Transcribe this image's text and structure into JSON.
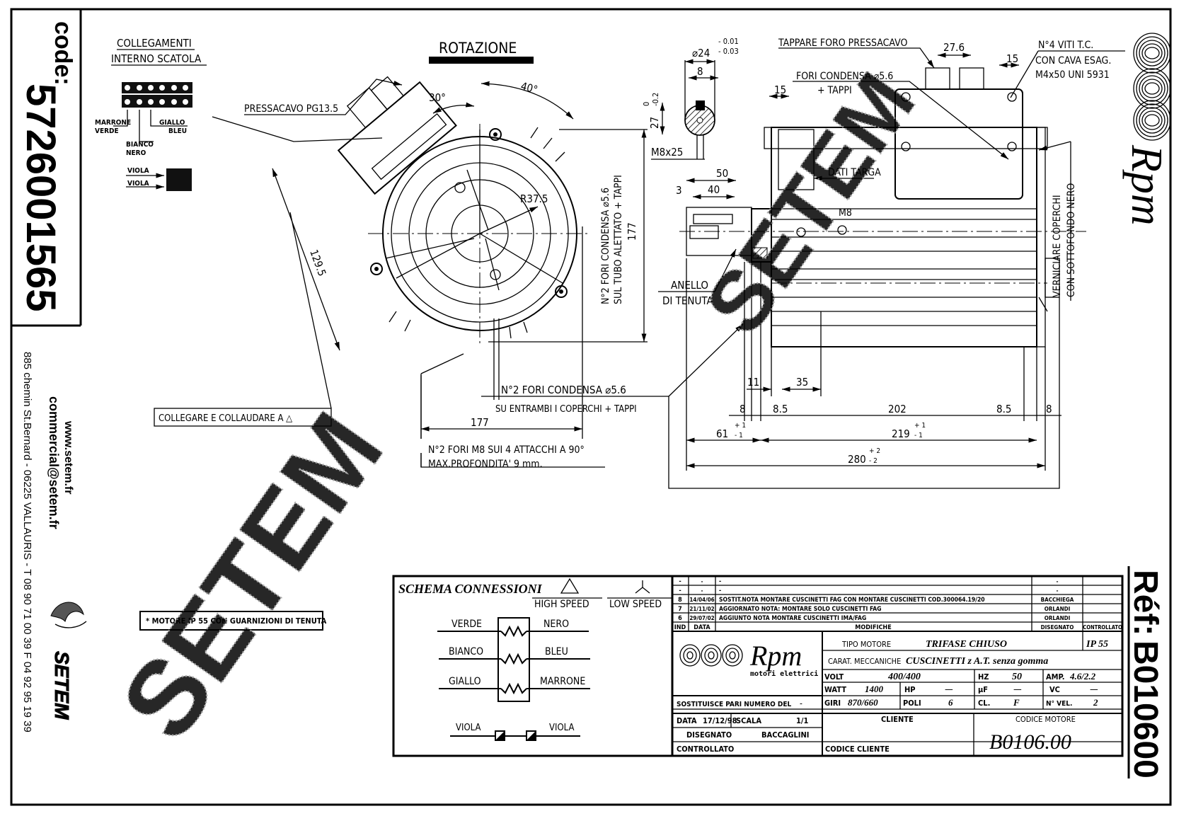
{
  "side_panel": {
    "code_label": "code:",
    "code_value": "5726001565",
    "website": "www.setem.fr",
    "email": "commercial@setem.fr",
    "address": "885 chemin St.Bernard  -  06225 VALLAURIS  -  T 08 90 71 00 39   F 04 92 95 19 39",
    "company_logo_text": "SETEM",
    "logo_icon": "setem-bird-logo"
  },
  "reference": {
    "label": "Réf:",
    "value": "B010600"
  },
  "brand": {
    "name": "Rpm",
    "subtitle": "motori elettrici",
    "logo_icon": "rpm-coil-logo"
  },
  "watermark": {
    "text": "SETEM"
  },
  "internal_connections": {
    "title_line1": "COLLEGAMENTI",
    "title_line2": "INTERNO SCATOLA",
    "labels": {
      "marrone": "MARRONE",
      "verde": "VERDE",
      "bianco": "BIANCO",
      "nero": "NERO",
      "giallo": "GIALLO",
      "bleu": "BLEU",
      "viola1": "VIOLA",
      "viola2": "VIOLA"
    }
  },
  "front_view": {
    "rotation_label": "ROTAZIONE",
    "cable_gland": "PRESSACAVO PG13.5",
    "angle_30": "30°",
    "angle_40": "40°",
    "radius": "R37.5",
    "dim_129_5": "129.5",
    "dim_177_vertical": "177",
    "dim_177_horizontal": "177",
    "drain_holes_note_line1": "N°2 FORI CONDENSA ⌀5.6",
    "drain_holes_note_line2": "SUL TUBO ALETTATO + TAPPI",
    "drain_both_line1": "N°2 FORI CONDENSA ⌀5.6",
    "drain_both_line2": "SU ENTRAMBI I COPERCHI + TAPPI",
    "m8_holes_line1": "N°2 FORI M8 SUI 4 ATTACCHI A 90°",
    "m8_holes_line2": "MAX.PROFONDITA' 9 mm.",
    "connect_note": "COLLEGARE E COLLAUDARE A △"
  },
  "shaft_detail": {
    "diameter": "⌀24",
    "tol_upper": "- 0.01",
    "tol_lower": "- 0.03",
    "key_width": "8",
    "height_tol": "0\n-0.2",
    "height": "27",
    "height_tol_upper": "0",
    "height_tol_lower": "-0.2",
    "thread": "M8x25"
  },
  "side_view": {
    "plug_gland_note": "TAPPARE FORO PRESSACAVO",
    "drain_note_line1": "FORI CONDENSA ⌀5.6",
    "drain_note_line2": "+ TAPPI",
    "screws_line1": "N°4 VITI T.C.",
    "screws_line2": "CON CAVA ESAG.",
    "screws_line3": "M4x50 UNI 5931",
    "paint_line1": "VERNICIARE COPERCHI",
    "paint_line2": "CON SOTTOFONDO NERO",
    "nameplate": "DATI TARGA",
    "seal_line1": "ANELLO",
    "seal_line2": "DI TENUTA",
    "thread_m8": "M8",
    "dims": {
      "d27_6": "27.6",
      "d15_top": "15",
      "d15_left": "15",
      "d50": "50",
      "d40": "40",
      "d3": "3",
      "d11": "11",
      "d35": "35",
      "d8_left": "8",
      "d8_5_left": "8.5",
      "d202": "202",
      "d8_5_right": "8.5",
      "d8_right": "8",
      "d61": "61",
      "d61_tol_up": "+ 1",
      "d61_tol_dn": "- 1",
      "d219": "219",
      "d219_tol_up": "+ 1",
      "d219_tol_dn": "- 1",
      "d280": "280",
      "d280_tol_up": "+ 2",
      "d280_tol_dn": "- 2"
    }
  },
  "ip_note": "* MOTORE IP 55 CON GUARNIZIONI DI TENUTA",
  "connection_schema": {
    "title": "SCHEMA CONNESSIONI",
    "high_speed": "HIGH SPEED",
    "low_speed": "LOW SPEED",
    "rows": [
      {
        "left": "VERDE",
        "right": "NERO"
      },
      {
        "left": "BIANCO",
        "right": "BLEU"
      },
      {
        "left": "GIALLO",
        "right": "MARRONE"
      }
    ],
    "viola_left": "VIOLA",
    "viola_right": "VIOLA"
  },
  "revisions": {
    "rows": [
      {
        "ind": "-",
        "data": "-",
        "desc": "-",
        "drawn": "-",
        "checked": ""
      },
      {
        "ind": "-",
        "data": "-",
        "desc": "-",
        "drawn": "-",
        "checked": ""
      },
      {
        "ind": "8",
        "data": "14/04/06",
        "desc": "SOSTIT.NOTA MONTARE CUSCINETTI FAG CON MONTARE CUSCINETTI COD.300064.19/20",
        "drawn": "BACCHIEGA",
        "checked": ""
      },
      {
        "ind": "7",
        "data": "21/11/02",
        "desc": "AGGIORNATO NOTA: MONTARE SOLO CUSCINETTI FAG",
        "drawn": "ORLANDI",
        "checked": ""
      },
      {
        "ind": "6",
        "data": "29/07/02",
        "desc": "AGGIUNTO NOTA MONTARE CUSCINETTI IMA/FAG",
        "drawn": "ORLANDI",
        "checked": ""
      }
    ],
    "header": {
      "ind": "IND",
      "data": "DATA",
      "desc": "MODIFICHE",
      "drawn": "DISEGNATO",
      "checked": "CONTROLLATO"
    }
  },
  "specs": {
    "tipo_motore_label": "TIPO MOTORE",
    "tipo_motore_value": "TRIFASE CHIUSO",
    "ip_value": "IP 55",
    "carat_label": "CARAT. MECCANICHE",
    "carat_value": "CUSCINETTI z A.T. senza gomma",
    "volt_label": "VOLT",
    "volt_value": "400/400",
    "hz_label": "HZ",
    "hz_value": "50",
    "amp_label": "AMP.",
    "amp_value": "4.6/2.2",
    "watt_label": "WATT",
    "watt_value": "1400",
    "hp_label": "HP",
    "hp_value": "—",
    "uf_label": "µF",
    "uf_value": "—",
    "vc_label": "VC",
    "vc_value": "—",
    "giri_label": "GIRI",
    "giri_value": "870/660",
    "poli_label": "POLI",
    "poli_value": "6",
    "cl_label": "CL.",
    "cl_value": "F",
    "nvel_label": "N° VEL.",
    "nvel_value": "2"
  },
  "title_block": {
    "replaces_label": "SOSTITUISCE PARI NUMERO DEL",
    "replaces_value": "-",
    "data_label": "DATA",
    "data_value": "17/12/98",
    "scala_label": "SCALA",
    "scala_value": "1/1",
    "drawn_label": "DISEGNATO",
    "drawn_value": "BACCAGLINI",
    "checked_label": "CONTROLLATO",
    "cliente_label": "CLIENTE",
    "codice_cliente_label": "CODICE CLIENTE",
    "codice_motore_label": "CODICE MOTORE",
    "codice_motore_value": "B0106.00"
  }
}
